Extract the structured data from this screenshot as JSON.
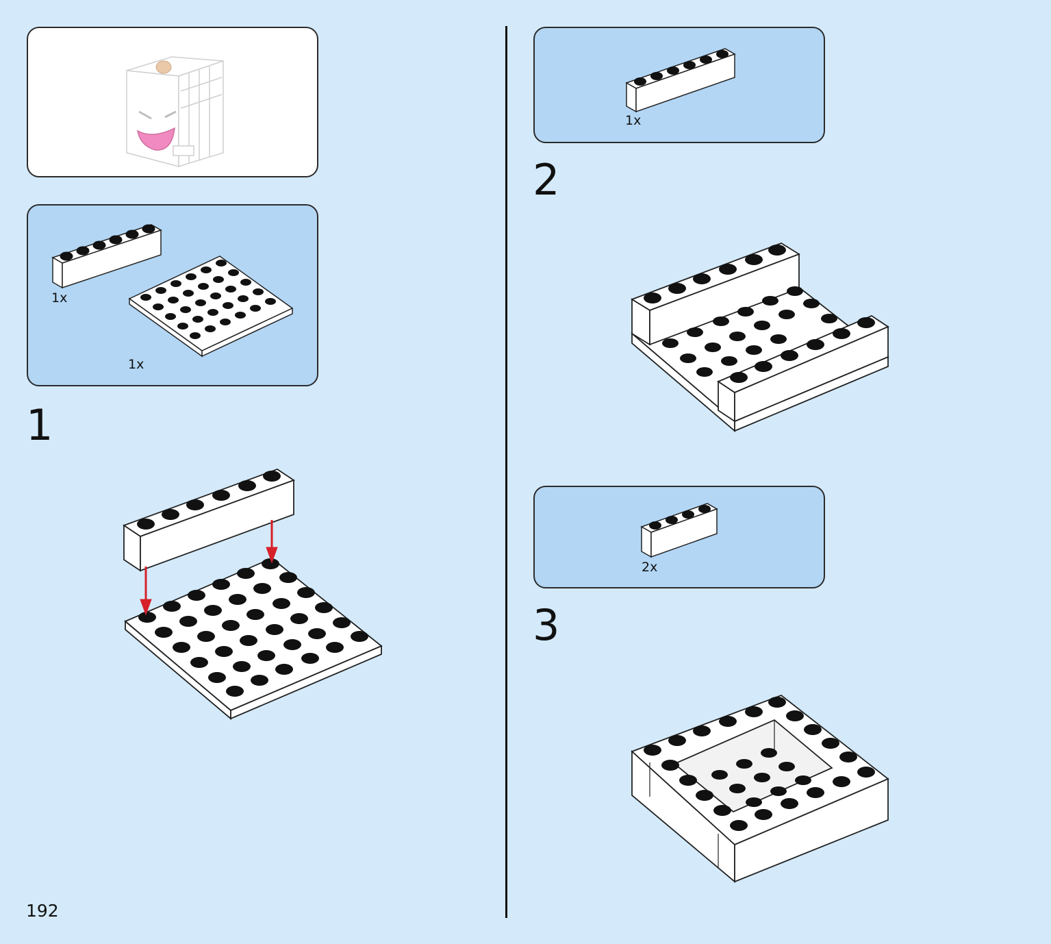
{
  "page_number": "192",
  "steps": [
    {
      "number": "1",
      "parts": [
        {
          "qty": "1x"
        },
        {
          "qty": "1x"
        }
      ]
    },
    {
      "number": "2",
      "parts": [
        {
          "qty": "1x"
        }
      ]
    },
    {
      "number": "3",
      "parts": [
        {
          "qty": "2x"
        }
      ]
    }
  ],
  "colors": {
    "background": "#d4eafb",
    "parts_box": "#b3d6f4",
    "arrow": "#d6202a",
    "mouth": "#f08ac0"
  },
  "icons": [
    "ghost-block-model-icon",
    "brick-1x6-icon",
    "plate-6x6-icon",
    "arrow-down-icon",
    "brick-1x4-icon"
  ]
}
